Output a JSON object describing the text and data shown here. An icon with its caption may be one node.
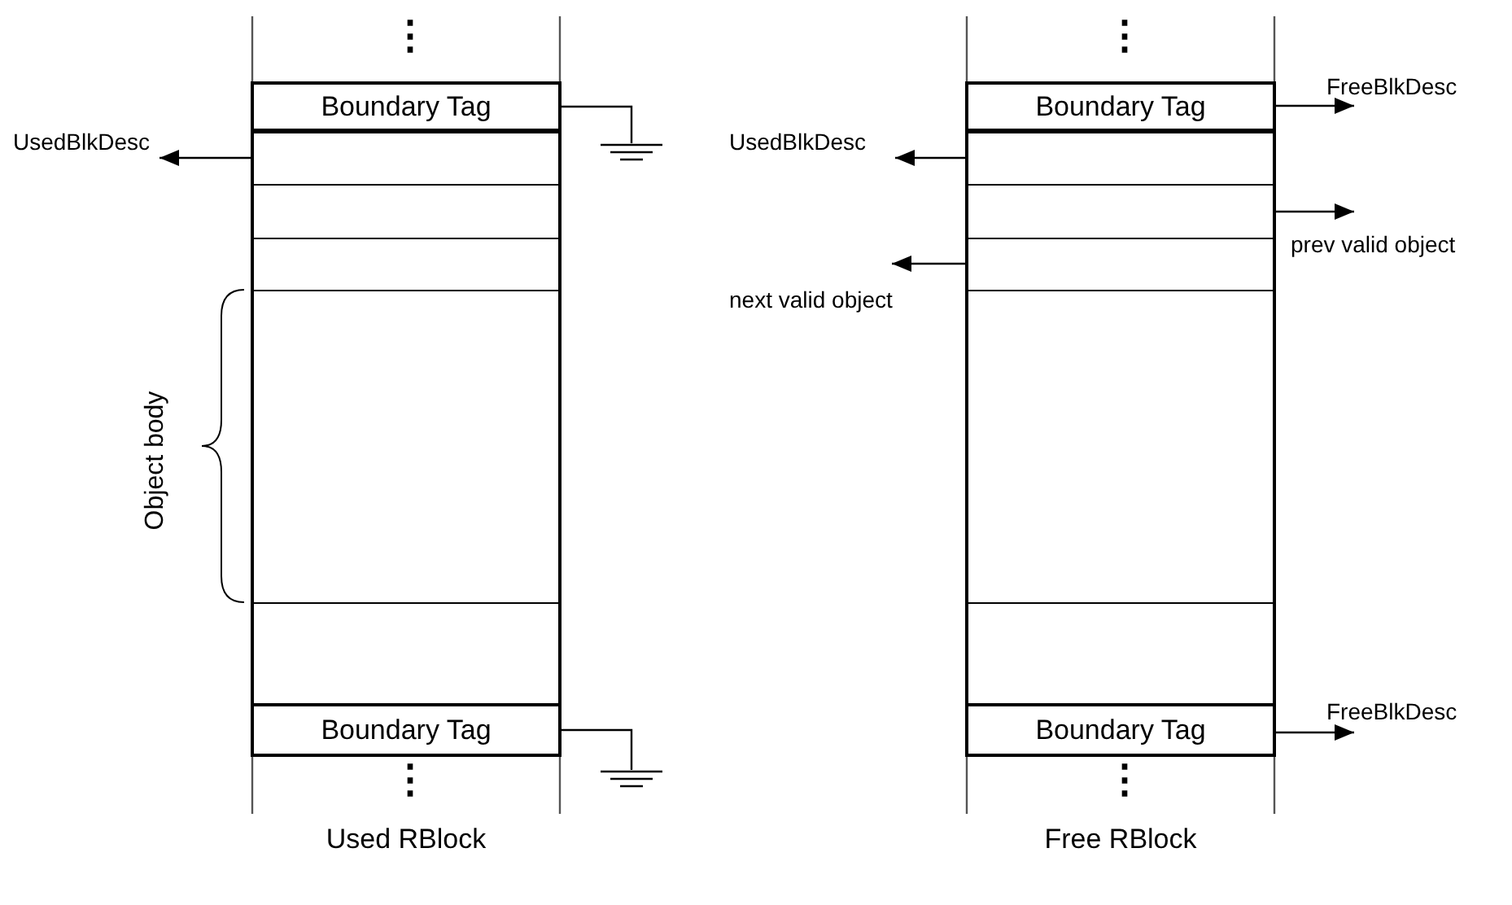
{
  "diagram": {
    "nodes": [
      {
        "text": [],
        "shape": "box",
        "beside": [
          "Used RBlock"
        ]
      },
      {
        "text": [
          "Boundary Tag"
        ],
        "in": 0
      },
      {
        "text": [],
        "shape": "box",
        "in": 0
      },
      {
        "text": [],
        "shape": "box",
        "in": 0
      },
      {
        "text": [],
        "shape": "box",
        "in": 0
      },
      {
        "text": [],
        "shape": "box",
        "in": 0
      },
      {
        "text": [],
        "shape": "box",
        "in": 0
      },
      {
        "text": [
          "Boundary Tag"
        ],
        "in": 0
      },
      {
        "text": [
          "UsedBlkDesc"
        ]
      },
      {
        "text": [],
        "shape": "ground"
      },
      {
        "text": [],
        "shape": "ground"
      },
      {
        "text": [],
        "shape": "box",
        "beside": [
          "Free RBlock"
        ]
      },
      {
        "text": [
          "Boundary Tag"
        ],
        "in": 11
      },
      {
        "text": [],
        "shape": "box",
        "in": 11
      },
      {
        "text": [],
        "shape": "box",
        "in": 11
      },
      {
        "text": [],
        "shape": "box",
        "in": 11
      },
      {
        "text": [],
        "shape": "box",
        "in": 11
      },
      {
        "text": [],
        "shape": "box",
        "in": 11
      },
      {
        "text": [
          "Boundary Tag"
        ],
        "in": 11
      },
      {
        "text": [
          "FreeBlkDesc"
        ]
      },
      {
        "text": [
          "UsedBlkDesc"
        ]
      },
      {
        "text": [
          "prev valid object"
        ]
      },
      {
        "text": [
          "next valid object"
        ]
      },
      {
        "text": [
          "FreeBlkDesc"
        ]
      }
    ],
    "edges": [
      {
        "from": 2,
        "to": 8,
        "arrow": "to"
      },
      {
        "from": 1,
        "to": 9,
        "arrow": "none"
      },
      {
        "from": 7,
        "to": 10,
        "arrow": "none"
      },
      {
        "from": 12,
        "to": 19,
        "arrow": "to"
      },
      {
        "from": 13,
        "to": 20,
        "arrow": "to"
      },
      {
        "from": 14,
        "to": 21,
        "arrow": "to"
      },
      {
        "from": 15,
        "to": 22,
        "arrow": "to"
      },
      {
        "from": 18,
        "to": 23,
        "arrow": "to"
      }
    ],
    "labels": [
      "⋮",
      "⋮",
      "Object body",
      "⋮",
      "⋮"
    ]
  }
}
